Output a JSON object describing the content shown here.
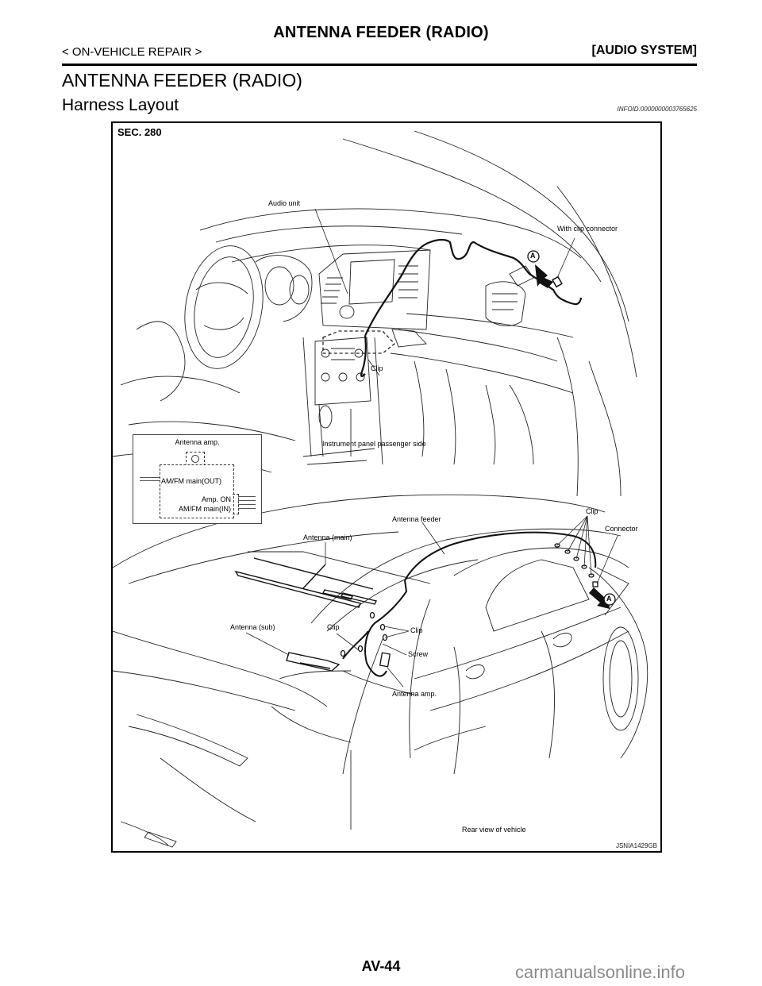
{
  "header": {
    "title": "ANTENNA FEEDER (RADIO)",
    "category": "< ON-VEHICLE REPAIR >",
    "system": "[AUDIO SYSTEM]"
  },
  "section": {
    "title": "ANTENNA FEEDER (RADIO)",
    "subtitle": "Harness Layout",
    "infoid": "INFOID:0000000003765625"
  },
  "figure": {
    "section_code": "SEC. 280",
    "figure_code": "JSNIA1429GB",
    "top_view": {
      "labels": {
        "audio_unit": "Audio unit",
        "with_clip_connector": "With clip connector",
        "clip": "Clip",
        "marker_a": "A",
        "caption": "Instrument panel passenger side"
      }
    },
    "inset": {
      "title": "Antenna amp.",
      "pin_out": "AM/FM main(OUT)",
      "pin_amp_on": "Amp. ON",
      "pin_in": "AM/FM main(IN)"
    },
    "rear_view": {
      "labels": {
        "antenna_feeder": "Antenna feeder",
        "antenna_main": "Antenna (main)",
        "clip_top": "Clip",
        "connector": "Connector",
        "marker_a": "A",
        "antenna_sub": "Antenna (sub)",
        "clip_left": "Clip",
        "clip_right": "Clip",
        "screw": "Screw",
        "antenna_amp": "Antenna amp.",
        "caption": "Rear view of vehicle"
      }
    }
  },
  "footer": {
    "page_number": "AV-44",
    "watermark": "carmanualsonline.info"
  }
}
